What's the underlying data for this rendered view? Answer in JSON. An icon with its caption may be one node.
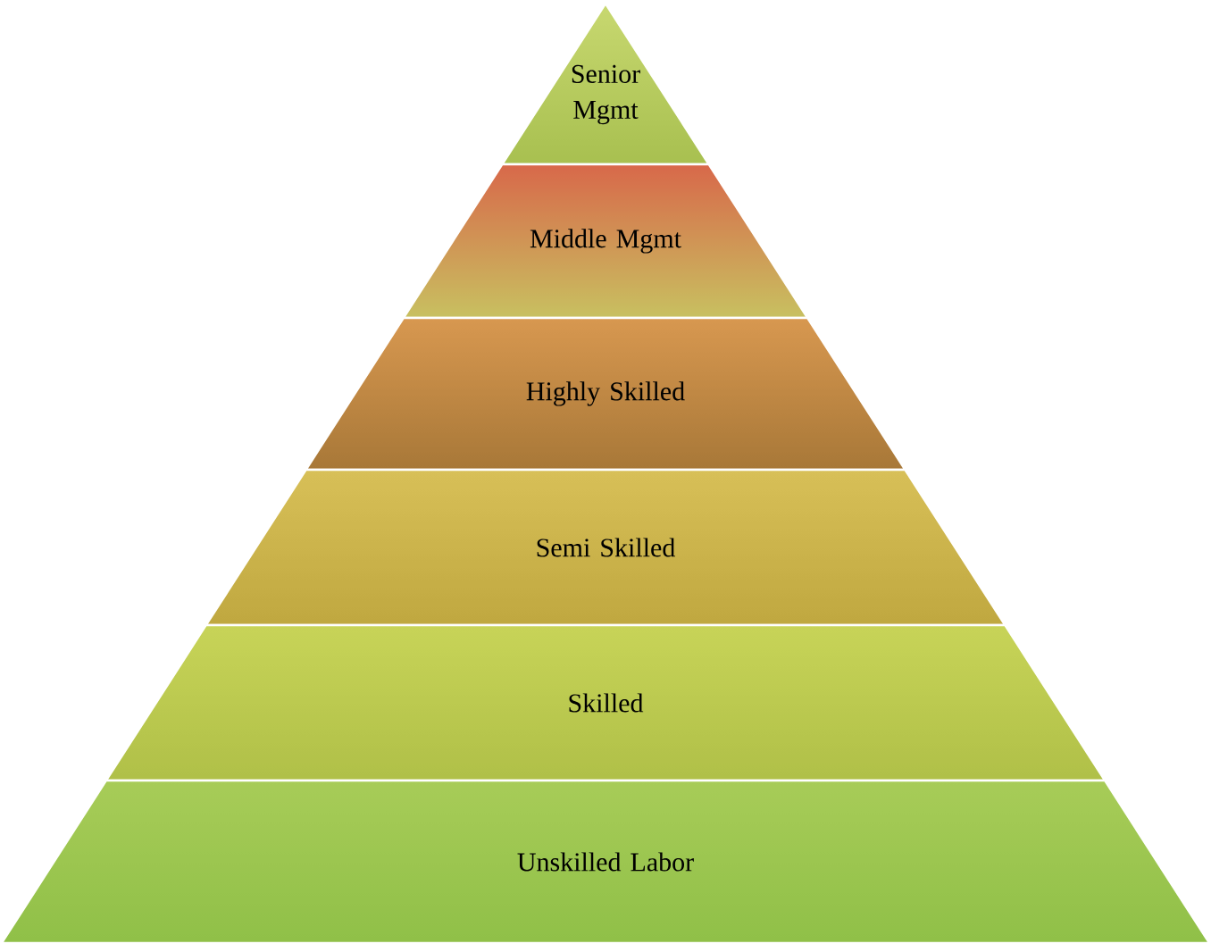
{
  "diagram": {
    "nodes": [
      {
        "text": [
          "Senior Mgmt"
        ]
      },
      {
        "text": [
          "Middle Mgmt"
        ]
      },
      {
        "text": [
          "Highly Skilled"
        ]
      },
      {
        "text": [
          "Semi Skilled"
        ]
      },
      {
        "text": [
          "Skilled"
        ]
      },
      {
        "text": [
          "Unskilled Labor"
        ]
      }
    ]
  }
}
